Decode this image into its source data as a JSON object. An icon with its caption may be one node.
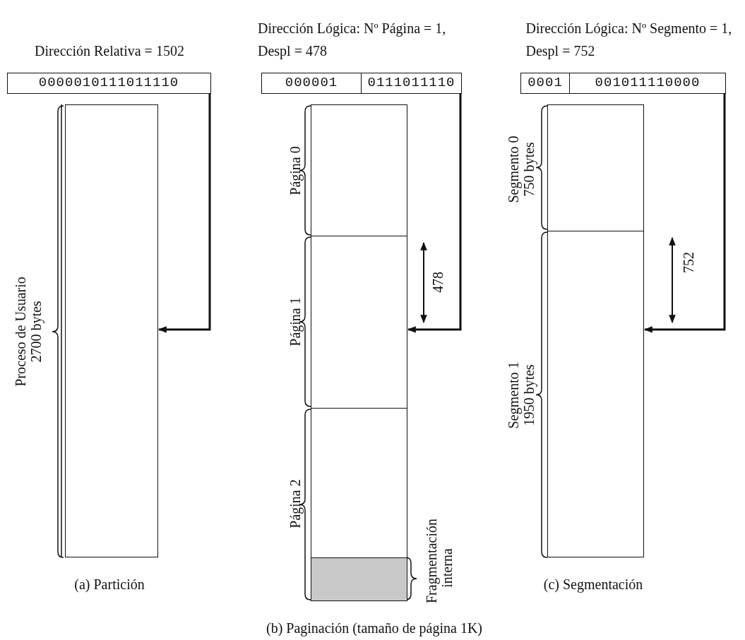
{
  "diagram": {
    "nodes": [
      {
        "text": [
          "0000010111011110"
        ],
        "beside": [
          "Dirección Relativa = 1502"
        ]
      },
      {
        "text": [
          "000001",
          "0111011110"
        ],
        "beside": [
          "Dirección Lógica: Nº Página = 1, Despl = 478"
        ]
      },
      {
        "text": [
          "0001",
          "001011110000"
        ],
        "beside": [
          "Dirección Lógica: Nº Segmento = 1, Despl = 752"
        ]
      },
      {
        "text": [],
        "shape": "box",
        "beside": [
          "Proceso de Usuario 2700 bytes"
        ]
      },
      {
        "text": [],
        "shape": "box",
        "beside": [
          "Página 0"
        ]
      },
      {
        "text": [],
        "shape": "box",
        "beside": [
          "Página 1"
        ]
      },
      {
        "text": [],
        "shape": "box",
        "beside": [
          "Página 2"
        ]
      },
      {
        "text": [],
        "shape": "box",
        "in": 6,
        "beside": [
          "Fragmentación interna"
        ]
      },
      {
        "text": [],
        "shape": "box",
        "beside": [
          "Segmento 0 750 bytes"
        ]
      },
      {
        "text": [],
        "shape": "box",
        "beside": [
          "Segmento 1 1950 bytes"
        ]
      }
    ],
    "edges": [
      {
        "from": 0,
        "to": 3,
        "arrow": "to"
      },
      {
        "from": 1,
        "to": 5,
        "arrow": "to"
      },
      {
        "from": 2,
        "to": 9,
        "arrow": "to"
      }
    ],
    "labels": [
      "478",
      "752",
      "(a) Partición",
      "(c) Segmentación",
      "(b) Paginación (tamaño de página 1K)"
    ]
  }
}
